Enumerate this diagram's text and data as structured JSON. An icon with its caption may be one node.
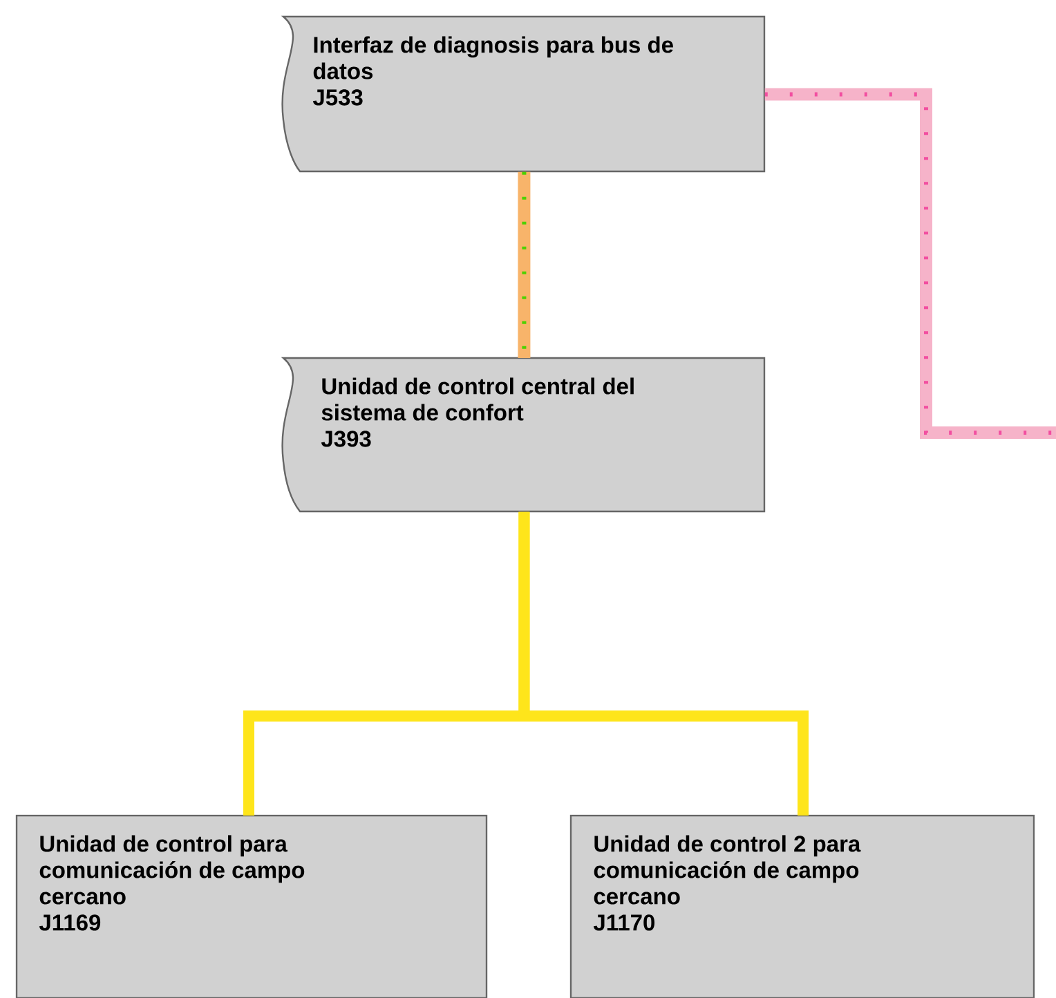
{
  "diagram": {
    "nodes": [
      {
        "text": [
          "Interfaz de diagnosis para bus de datos",
          "J533"
        ]
      },
      {
        "text": [
          "Unidad de control central del sistema de confort",
          "J393"
        ]
      },
      {
        "text": [
          "Unidad de control para comunicación de campo cercano",
          "J1169"
        ]
      },
      {
        "text": [
          "Unidad de control 2 para comunicación de campo cercano",
          "J1170"
        ]
      }
    ],
    "edges": [
      {
        "from": 0,
        "to": 1,
        "arrow": "none",
        "color": "#f8b46a"
      },
      {
        "from": 1,
        "to": 2,
        "arrow": "none"
      },
      {
        "from": 1,
        "to": 3,
        "arrow": "none"
      },
      {
        "from": 0,
        "to": null,
        "arrow": "none",
        "color": "#f6b3c9"
      }
    ]
  }
}
